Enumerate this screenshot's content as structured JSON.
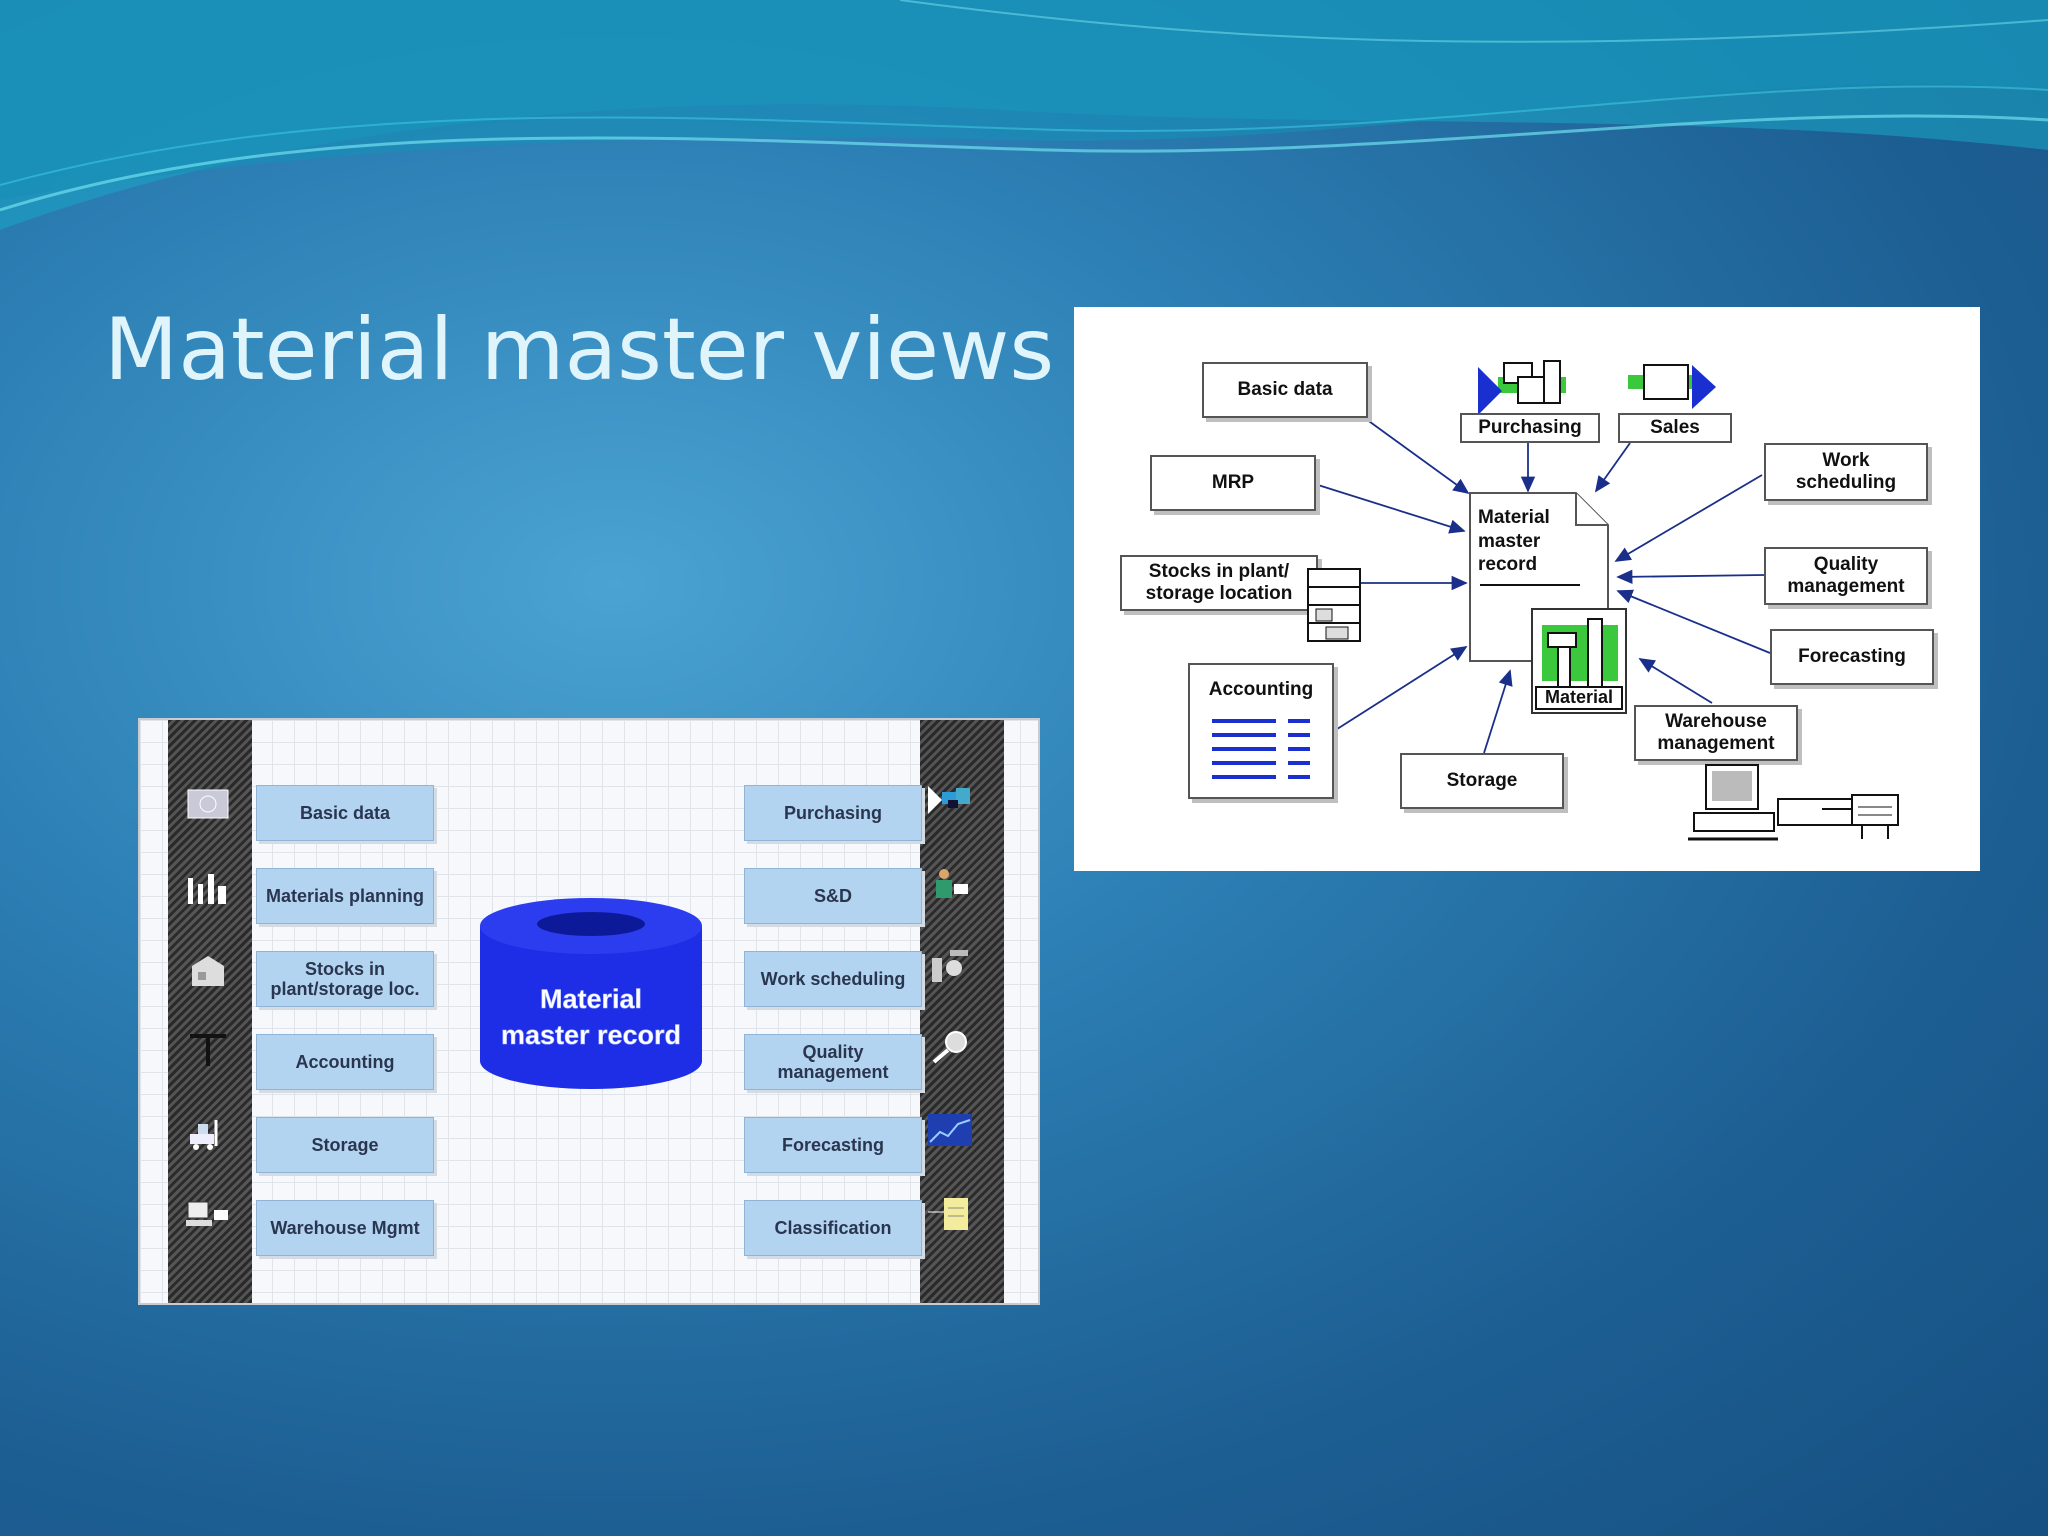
{
  "slide": {
    "title": "Material master views"
  },
  "left_diagram": {
    "center_label": [
      "Material",
      "master record"
    ],
    "left_items": [
      {
        "label": "Basic data",
        "icon": "document-icon"
      },
      {
        "label": "Materials planning",
        "icon": "factory-icon"
      },
      {
        "label": "Stocks in plant/storage loc.",
        "icon": "warehouse-icon"
      },
      {
        "label": "Accounting",
        "icon": "pillar-icon"
      },
      {
        "label": "Storage",
        "icon": "forklift-icon"
      },
      {
        "label": "Warehouse Mgmt",
        "icon": "computer-icon"
      }
    ],
    "right_items": [
      {
        "label": "Purchasing",
        "icon": "truck-icon"
      },
      {
        "label": "S&D",
        "icon": "salesperson-icon"
      },
      {
        "label": "Work scheduling",
        "icon": "machine-icon"
      },
      {
        "label": "Quality management",
        "icon": "magnifier-icon"
      },
      {
        "label": "Forecasting",
        "icon": "chart-icon"
      },
      {
        "label": "Classification",
        "icon": "list-icon"
      }
    ],
    "colors": {
      "cylinder": "#1d2ee6",
      "box": "#b3d4f0"
    }
  },
  "right_diagram": {
    "center": {
      "lines": [
        "Material",
        "master",
        "record"
      ],
      "tag": "Material"
    },
    "nodes": {
      "basic_data": "Basic data",
      "purchasing": "Purchasing",
      "sales": "Sales",
      "mrp": "MRP",
      "work_scheduling": [
        "Work",
        "scheduling"
      ],
      "stocks": [
        "Stocks in plant/",
        "storage location"
      ],
      "quality": [
        "Quality",
        "management"
      ],
      "forecasting": "Forecasting",
      "accounting": "Accounting",
      "storage": "Storage",
      "warehouse": [
        "Warehouse",
        "management"
      ]
    },
    "colors": {
      "arrow": "#1a2f8a",
      "accent_green": "#3cc83c",
      "accent_blue": "#1a2fd0"
    }
  }
}
